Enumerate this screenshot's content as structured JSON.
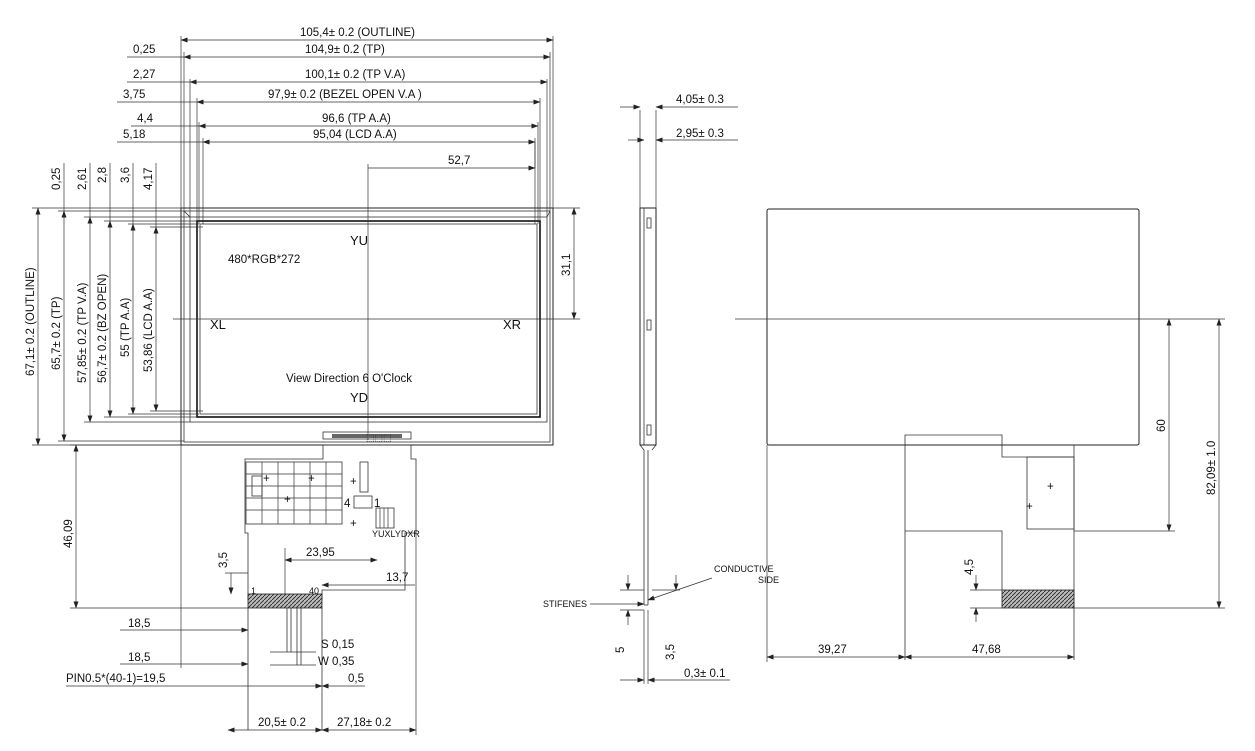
{
  "front_view": {
    "top_dims": [
      "105,4± 0.2 (OUTLINE)",
      "104,9± 0.2 (TP)",
      "100,1± 0.2 (TP V.A)",
      "97,9± 0.2 (BEZEL OPEN V.A )",
      "96,6 (TP A.A)",
      "95,04 (LCD A.A)",
      "52,7"
    ],
    "left_offsets": [
      "0,25",
      "2,27",
      "3,75",
      "4,4",
      "5,18"
    ],
    "top_offsets": [
      "0,25",
      "2,61",
      "2,8",
      "3,6",
      "4,17"
    ],
    "vertical_dims": [
      "67,1± 0.2 (OUTLINE)",
      "65,7± 0.2 (TP)",
      "57,85± 0.2 (TP V.A)",
      "56,7± 0.2 (BZ OPEN)",
      "55 (TP A.A)",
      "53,86 (LCD A.A)"
    ],
    "right_dim": "31,1",
    "fpc_height": "46,09",
    "labels": {
      "yu": "YU",
      "yd": "YD",
      "xl": "XL",
      "xr": "XR",
      "resolution": "480*RGB*272",
      "view_direction": "View Direction 6 O'Clock",
      "connector_text": "YUXLYDXR",
      "pin_first": "1",
      "pin_last": "40",
      "pin_4": "4",
      "pin_1": "1"
    },
    "fpc_dims": {
      "d_3_5": "3,5",
      "d_23_95": "23,95",
      "d_13_7": "13,7",
      "d_18_5_a": "18,5",
      "d_18_5_b": "18,5",
      "s": "S 0,15",
      "w": "W 0,35",
      "pin_pitch": "PIN0.5*(40-1)=19,5",
      "d_0_5": "0,5",
      "d_20_5": "20,5± 0.2",
      "d_27_18": "27,18± 0.2"
    }
  },
  "side_view": {
    "d_4_05": "4,05± 0.3",
    "d_2_95": "2,95± 0.3",
    "conductive": "CONDUCTIVE",
    "side": "SIDE",
    "stifenes": "STIFENES",
    "d_5": "5",
    "d_3_5": "3,5",
    "d_0_3": "0,3± 0.1"
  },
  "back_view": {
    "d_60": "60",
    "d_82_09": "82,09± 1.0",
    "d_39_27": "39,27",
    "d_47_68": "47,68",
    "d_4_5": "4,5"
  }
}
